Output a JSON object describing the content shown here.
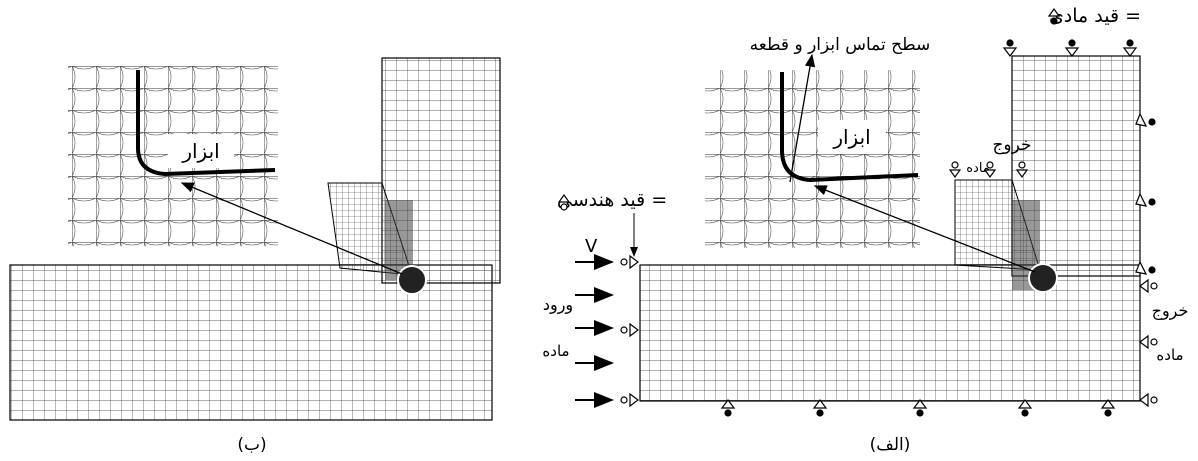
{
  "figure_right": {
    "caption": "(الف)",
    "label_material_constraint": "قید مادی =",
    "label_geometric_constraint": "قید هندسی =",
    "label_contact_surface": "سطح تماس ابزار و قطعه",
    "label_tool": "ابزار",
    "label_outflow_top_1": "خروج",
    "label_outflow_top_2": "ماده",
    "label_inflow_1": "ورود",
    "label_inflow_2": "ماده",
    "label_outflow_right_1": "خروج",
    "label_outflow_right_2": "ماده",
    "label_velocity": "V"
  },
  "figure_left": {
    "caption": "(ب)",
    "label_tool": "ابزار"
  }
}
